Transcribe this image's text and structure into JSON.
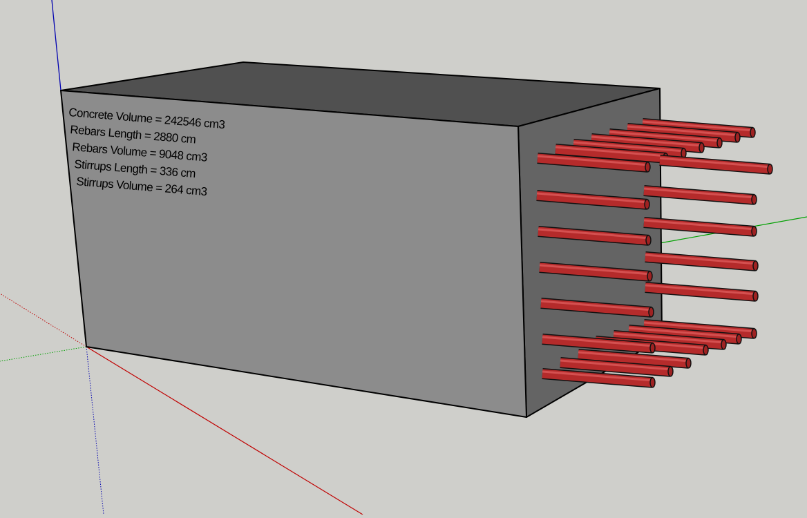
{
  "model": {
    "labels": [
      "Concrete Volume = 242546 cm3",
      "Rebars Length = 2880 cm",
      "Rebars Volume = 9048 cm3",
      "Stirrups Length = 336 cm",
      "Stirrups Volume = 264 cm3"
    ],
    "rebar_count": 24
  },
  "colors": {
    "background": "#cfcfcb",
    "top_face": "#505050",
    "front_face": "#8c8c8c",
    "end_face": "#646464",
    "rebar": "#b52b2b",
    "axis_red": "#c00000",
    "axis_green": "#00a000",
    "axis_blue": "#0000b0"
  }
}
